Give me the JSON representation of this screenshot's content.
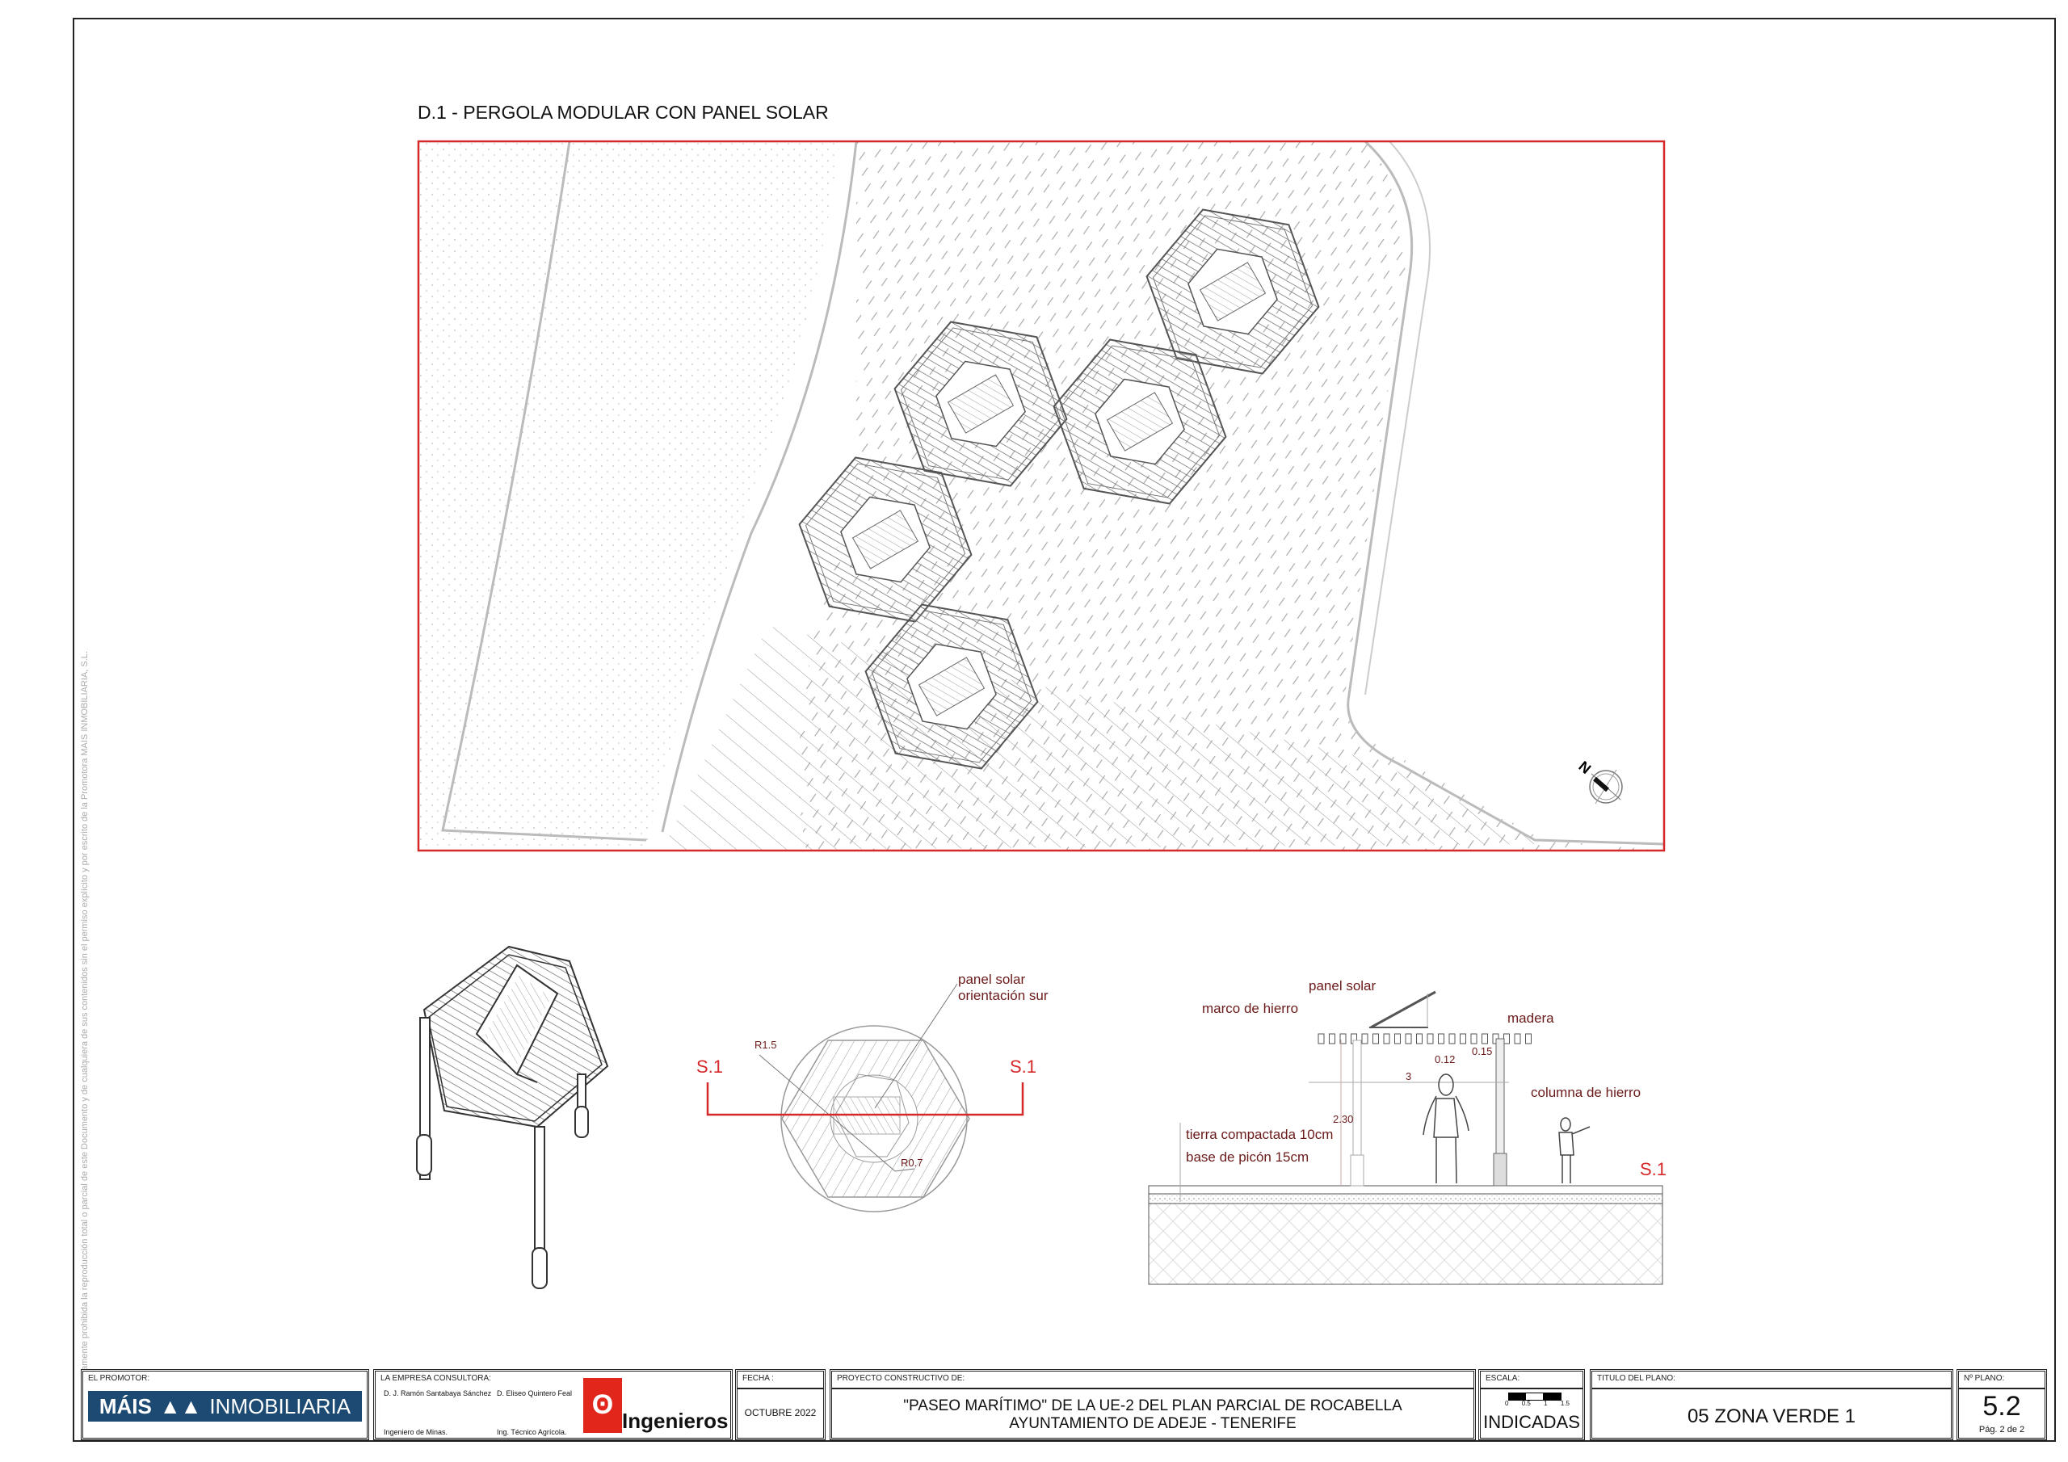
{
  "drawing_title": "D.1 - PERGOLA MODULAR CON PANEL SOLAR",
  "legal_note": "Queda expresamente prohibida la reproducción total o parcial de este Documento y de cualquiera de sus contenidos sin el permiso explícito y por escrito de la Promotora MAIS INMOBILIARIA, S.L.",
  "north_arrow": {
    "label": "N"
  },
  "plan_detail": {
    "panel_label_1": "panel solar",
    "panel_label_2": "orientación sur",
    "r_outer": "R1.5",
    "r_inner": "R0.7",
    "section_left": "S.1",
    "section_right": "S.1"
  },
  "section": {
    "panel_solar": "panel solar",
    "marco": "marco de hierro",
    "madera": "madera",
    "dim_012": "0.12",
    "dim_015": "0.15",
    "dim_3": "3",
    "dim_230": "2.30",
    "columna": "columna de hierro",
    "tierra": "tierra compactada 10cm",
    "base": "base de picón 15cm",
    "section_mark": "S.1"
  },
  "title_block": {
    "promotor_caption": "EL PROMOTOR:",
    "promotor_logo_text": "MÁIS",
    "promotor_logo_text2": "INMOBILIARIA",
    "consultora_caption": "LA EMPRESA CONSULTORA:",
    "person1": "D. J. Ramón Santabaya Sánchez",
    "person2": "D. Eliseo Quintero Feal",
    "role1": "Ingeniero de Minas.",
    "role2": "Ing. Técnico Agrícola.",
    "consultora_logo": "Ingenieros",
    "fecha_caption": "FECHA :",
    "fecha": "OCTUBRE 2022",
    "proyecto_caption": "PROYECTO CONSTRUCTIVO DE:",
    "proyecto_line1": "\"PASEO MARÍTIMO\" DE LA UE-2 DEL PLAN PARCIAL DE ROCABELLA",
    "proyecto_line2": "AYUNTAMIENTO DE ADEJE - TENERIFE",
    "escala_caption": "ESCALA:",
    "scale_ticks": [
      "0",
      "0.5",
      "1",
      "1.5"
    ],
    "escala": "INDICADAS",
    "titulo_caption": "TITULO DEL PLANO:",
    "titulo": "05 ZONA VERDE 1",
    "plano_caption": "Nº PLANO:",
    "plano": "5.2",
    "pagina": "Pág.  2  de 2"
  },
  "colors": {
    "frame_red": "#d62828",
    "label_dark_red": "#6b1a1a",
    "promotor_blue": "#1d4a72",
    "logo_red": "#e1261c"
  }
}
